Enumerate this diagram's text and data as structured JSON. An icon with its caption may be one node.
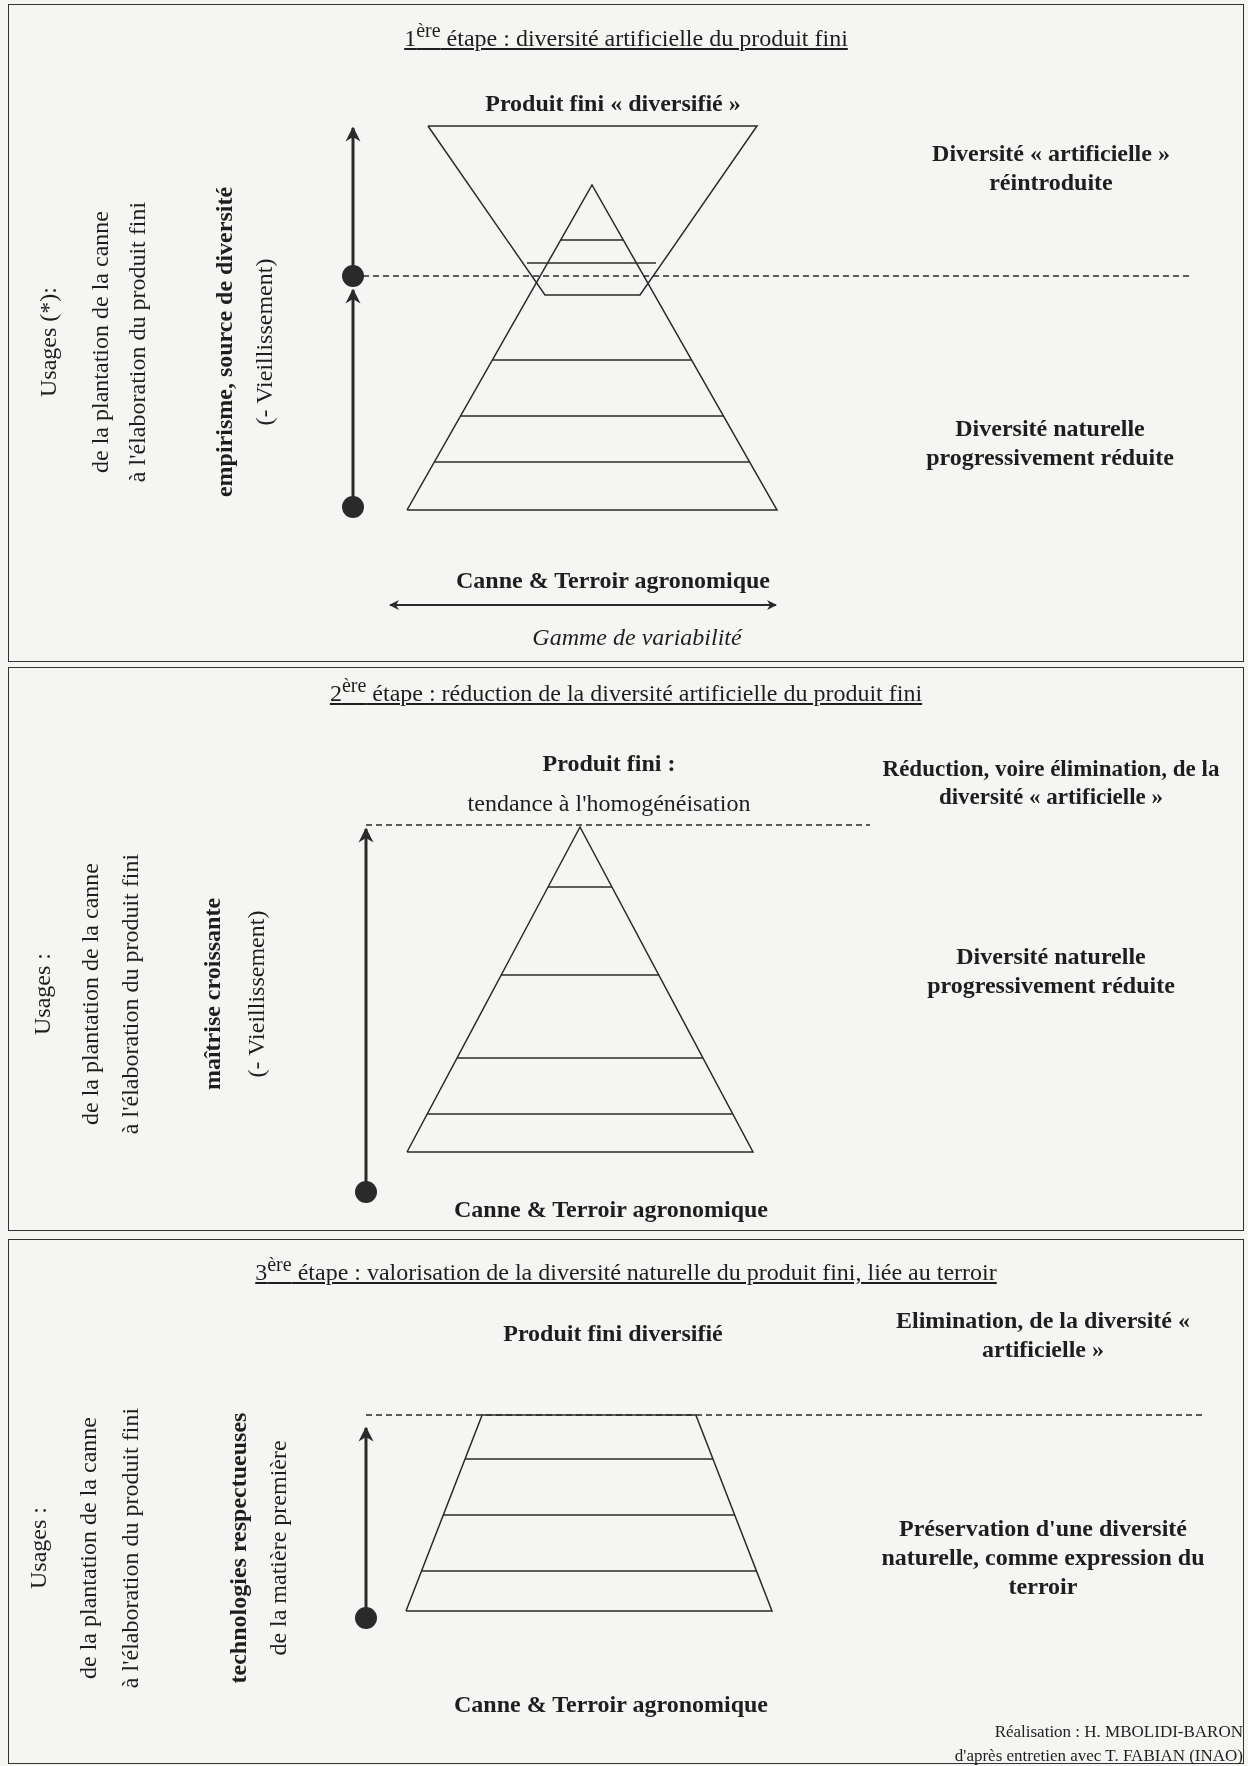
{
  "diagram": {
    "nodes": [
      {
        "text": [
          "1$^{ère}$ étape : diversité artificielle du produit fini"
        ]
      },
      {
        "text": [
          "2$^{ère}$ étape : réduction de la diversité artificielle du produit fini"
        ]
      },
      {
        "text": [
          "3$^{ère}$ étape : valorisation de la diversité naturelle du produit fini, liée au terroir"
        ]
      }
    ],
    "labels": [
      "Usages (*):",
      "de la plantation de la canne",
      "à l'élaboration du produit fini",
      "empirisme, source de diversité",
      "(- Vieillissement)",
      "Produit fini « diversifié »",
      "Diversité « artificielle » réintroduite",
      "Diversité naturelle progressivement réduite",
      "Canne & Terroir agronomique",
      "Gamme de variabilité",
      "Usages :",
      "de la plantation de la canne",
      "à l'élaboration du produit fini",
      "maîtrise croissante",
      "(- Vieillissement)",
      "Produit fini :",
      "tendance à l'homogénéisation",
      "Réduction, voire élimination, de la diversité « artificielle »",
      "Diversité naturelle progressivement réduite",
      "Canne & Terroir agronomique",
      "Usages :",
      "de la plantation de la canne",
      "à l'élaboration du produit fini",
      "technologies respectueuses",
      "de la matière première",
      "Produit fini diversifié",
      "Elimination, de la diversité « artificielle »",
      "Préservation d'une diversité naturelle, comme expression du terroir",
      "Canne & Terroir agronomique",
      "Réalisation : H. MBOLIDI-BARON",
      "d'après entretien avec T. FABIAN (INAO)"
    ]
  }
}
